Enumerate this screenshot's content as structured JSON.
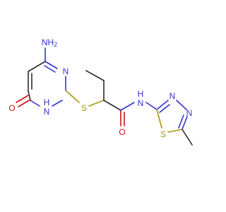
{
  "molecule": {
    "atoms": {
      "amine_nh2": "NH2",
      "ring_n3": "N",
      "ring_nh1": "H\nN",
      "carbonyl_o_ring": "O",
      "thioether_s": "S",
      "amide_nh": "H\nN",
      "amide_o": "O",
      "thiadiazole_n3": "N",
      "thiadiazole_n4": "N",
      "thiadiazole_s": "S"
    }
  },
  "colors": {
    "carbon": "#2b2b2b",
    "nitrogen": "#3333cc",
    "oxygen": "#cc1111",
    "sulfur": "#a59a10",
    "background": "#ffffff"
  }
}
